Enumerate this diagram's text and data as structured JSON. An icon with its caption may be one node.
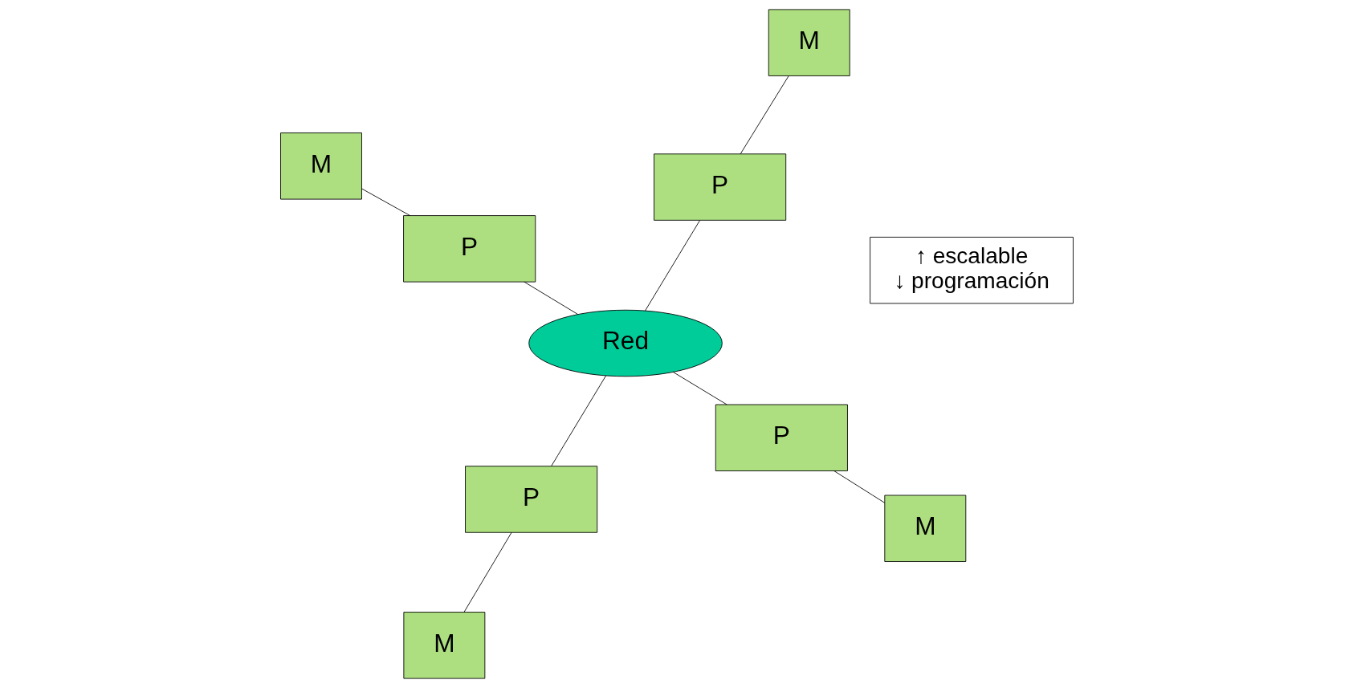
{
  "diagram": {
    "nodes": [
      {
        "text": [
          "P"
        ]
      },
      {
        "text": [
          "M"
        ]
      },
      {
        "text": [
          "M"
        ]
      },
      {
        "text": [
          "↑ escalable",
          "↓ programación"
        ]
      },
      {
        "text": [
          "P"
        ]
      },
      {
        "text": [
          "Red"
        ]
      },
      {
        "text": [
          "P"
        ]
      },
      {
        "text": [
          "M"
        ]
      },
      {
        "text": [
          "M"
        ]
      },
      {
        "text": [
          "P"
        ]
      }
    ],
    "edges": [
      {
        "from": 0,
        "to": 1,
        "arrow": "none"
      },
      {
        "from": 0,
        "to": 5,
        "arrow": "none"
      },
      {
        "from": 2,
        "to": 4,
        "arrow": "none"
      },
      {
        "from": 4,
        "to": 5,
        "arrow": "none"
      },
      {
        "from": 5,
        "to": 6,
        "arrow": "none"
      },
      {
        "from": 6,
        "to": 7,
        "arrow": "none"
      },
      {
        "from": 5,
        "to": 9,
        "arrow": "none"
      },
      {
        "from": 8,
        "to": 9,
        "arrow": "none"
      }
    ]
  }
}
